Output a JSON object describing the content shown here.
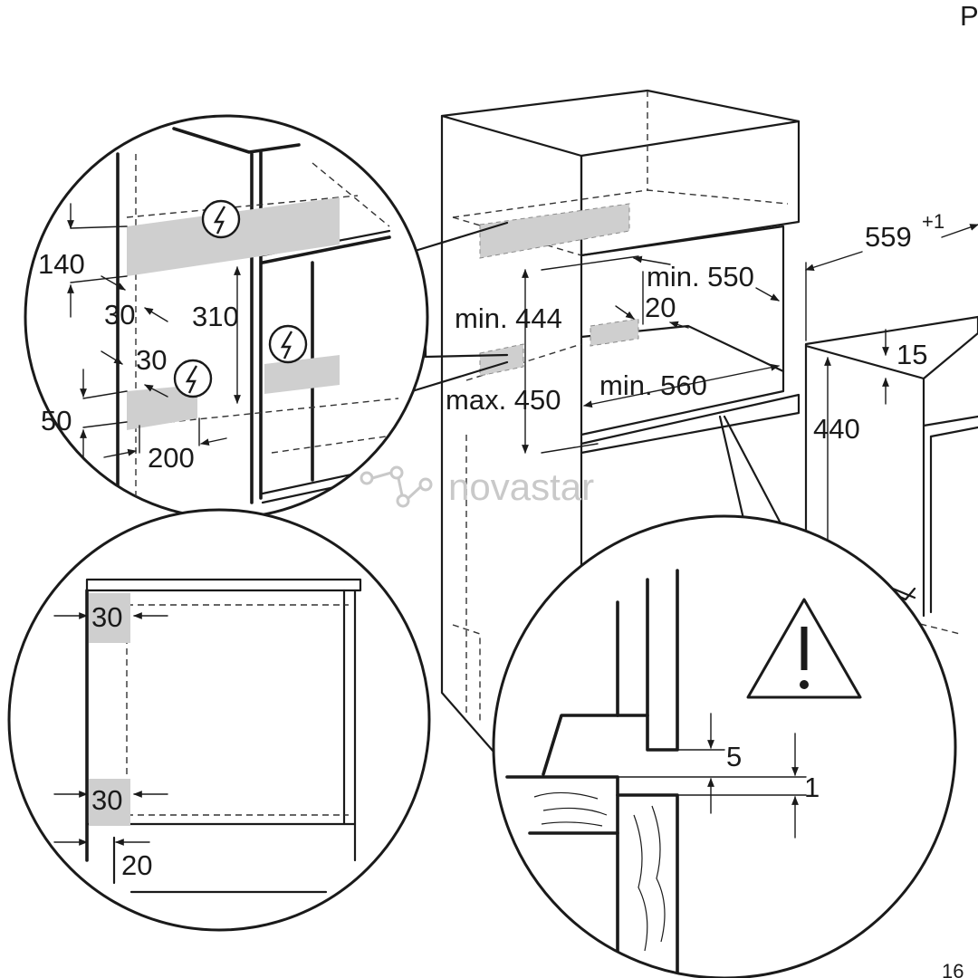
{
  "diagram": {
    "page_corner_letter": "P",
    "page_number": "16",
    "watermark": "novastar",
    "icons": [
      "electric-hazard-icon",
      "warning-triangle-icon"
    ],
    "colors": {
      "line": "#1a1a1a",
      "vent_fill": "#cfcfcf",
      "watermark": "#c9c9c9"
    }
  },
  "cabinet_view": {
    "labels": {
      "min_550": "min. 550",
      "gap_20": "20",
      "min_444": "min. 444",
      "max_450": "max. 450",
      "min_560": "min. 560"
    }
  },
  "oven_view": {
    "labels": {
      "width": "559",
      "width_tolerance": "+1",
      "height_15": "15",
      "height_440": "440"
    }
  },
  "detail_top_left": {
    "labels": {
      "d140": "140",
      "d30a": "30",
      "d310": "310",
      "d30b": "30",
      "d50": "50",
      "d200": "200"
    }
  },
  "detail_bottom_left": {
    "labels": {
      "top_30": "30",
      "bottom_30": "30",
      "d20": "20"
    }
  },
  "detail_bottom_right": {
    "labels": {
      "d5": "5",
      "d1": "1"
    }
  }
}
